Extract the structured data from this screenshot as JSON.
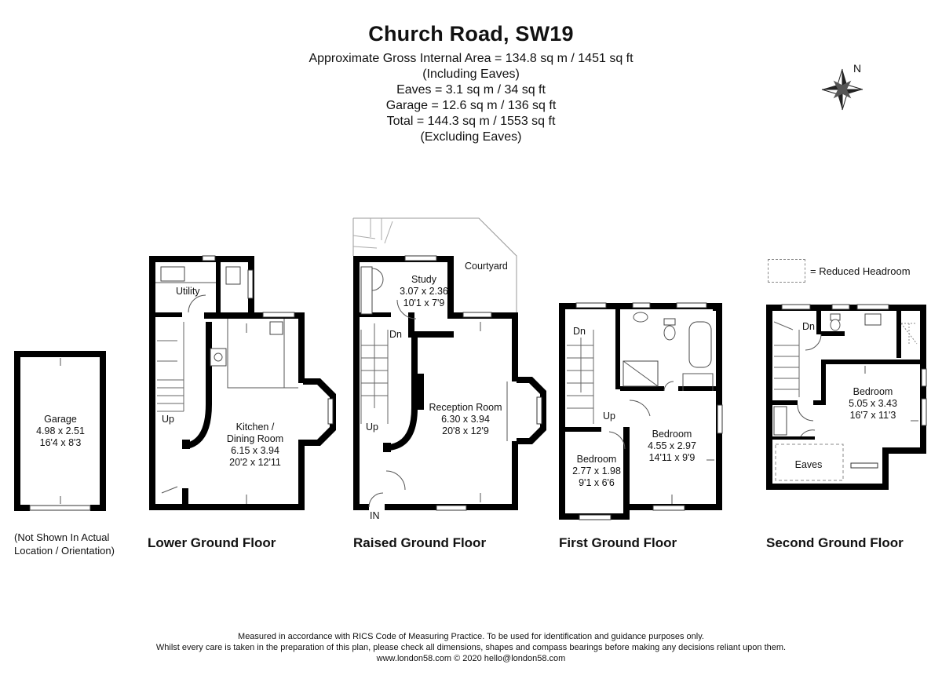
{
  "header": {
    "title": "Church Road, SW19",
    "lines": [
      "Approximate Gross Internal Area = 134.8 sq m / 1451 sq ft",
      "(Including Eaves)",
      "Eaves = 3.1 sq m / 34 sq ft",
      "Garage = 12.6 sq m / 136 sq ft",
      "Total = 144.3 sq m / 1553 sq ft",
      "(Excluding Eaves)"
    ]
  },
  "compass": {
    "label": "N"
  },
  "legend": {
    "text": "= Reduced Headroom"
  },
  "floors": {
    "garage": {
      "room": {
        "name": "Garage",
        "metric": "4.98 x 2.51",
        "imperial": "16'4 x 8'3"
      },
      "note_line1": "(Not Shown In Actual",
      "note_line2": "Location / Orientation)"
    },
    "lower": {
      "label": "Lower Ground Floor",
      "utility": "Utility",
      "up": "Up",
      "kitchen": {
        "name1": "Kitchen /",
        "name2": "Dining Room",
        "metric": "6.15 x 3.94",
        "imperial": "20'2 x 12'11"
      }
    },
    "raised": {
      "label": "Raised Ground Floor",
      "courtyard": "Courtyard",
      "dn": "Dn",
      "up": "Up",
      "in": "IN",
      "study": {
        "name": "Study",
        "metric": "3.07 x 2.36",
        "imperial": "10'1 x 7'9"
      },
      "reception": {
        "name": "Reception Room",
        "metric": "6.30 x 3.94",
        "imperial": "20'8 x 12'9"
      }
    },
    "first": {
      "label": "First Ground Floor",
      "dn": "Dn",
      "up": "Up",
      "bedroom_large": {
        "name": "Bedroom",
        "metric": "4.55 x 2.97",
        "imperial": "14'11 x 9'9"
      },
      "bedroom_small": {
        "name": "Bedroom",
        "metric": "2.77 x 1.98",
        "imperial": "9'1 x 6'6"
      }
    },
    "second": {
      "label": "Second Ground Floor",
      "dn": "Dn",
      "eaves": "Eaves",
      "bedroom": {
        "name": "Bedroom",
        "metric": "5.05 x 3.43",
        "imperial": "16'7 x 11'3"
      }
    }
  },
  "footer": {
    "line1": "Measured in accordance with RICS Code of Measuring Practice. To be used for identification and guidance purposes only.",
    "line2": "Whilst every care is taken in the preparation of this plan, please check all dimensions, shapes and compass bearings before making any decisions reliant upon them.",
    "line3": "www.london58.com © 2020 hello@london58.com"
  }
}
